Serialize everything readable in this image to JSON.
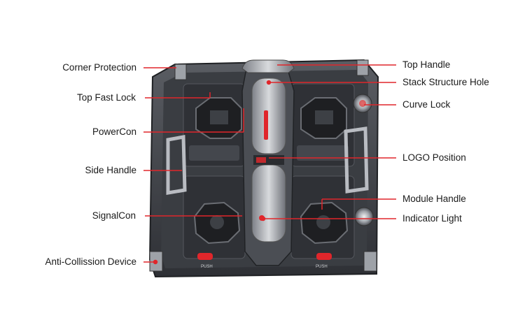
{
  "labels": {
    "corner_protection": "Corner Protection",
    "top_fast_lock": "Top Fast Lock",
    "powercon": "PowerCon",
    "side_handle": "Side Handle",
    "signalcon": "SignalCon",
    "anti_collision_device": "Anti-Collission Device",
    "top_handle": "Top Handle",
    "stack_structure_hole": "Stack Structure Hole",
    "curve_lock": "Curve Lock",
    "logo_position": "LOGO Position",
    "module_handle": "Module Handle",
    "indicator_light": "Indicator Light"
  },
  "bottom_marks": {
    "push_left": "PUSH",
    "push_right": "PUSH"
  },
  "colors": {
    "callout": "#e0262b",
    "cabinet_dark": "#2b2d31",
    "cabinet_mid": "#4a4d53",
    "metal_light": "#b9bcc2",
    "text": "#1a1a1a"
  }
}
